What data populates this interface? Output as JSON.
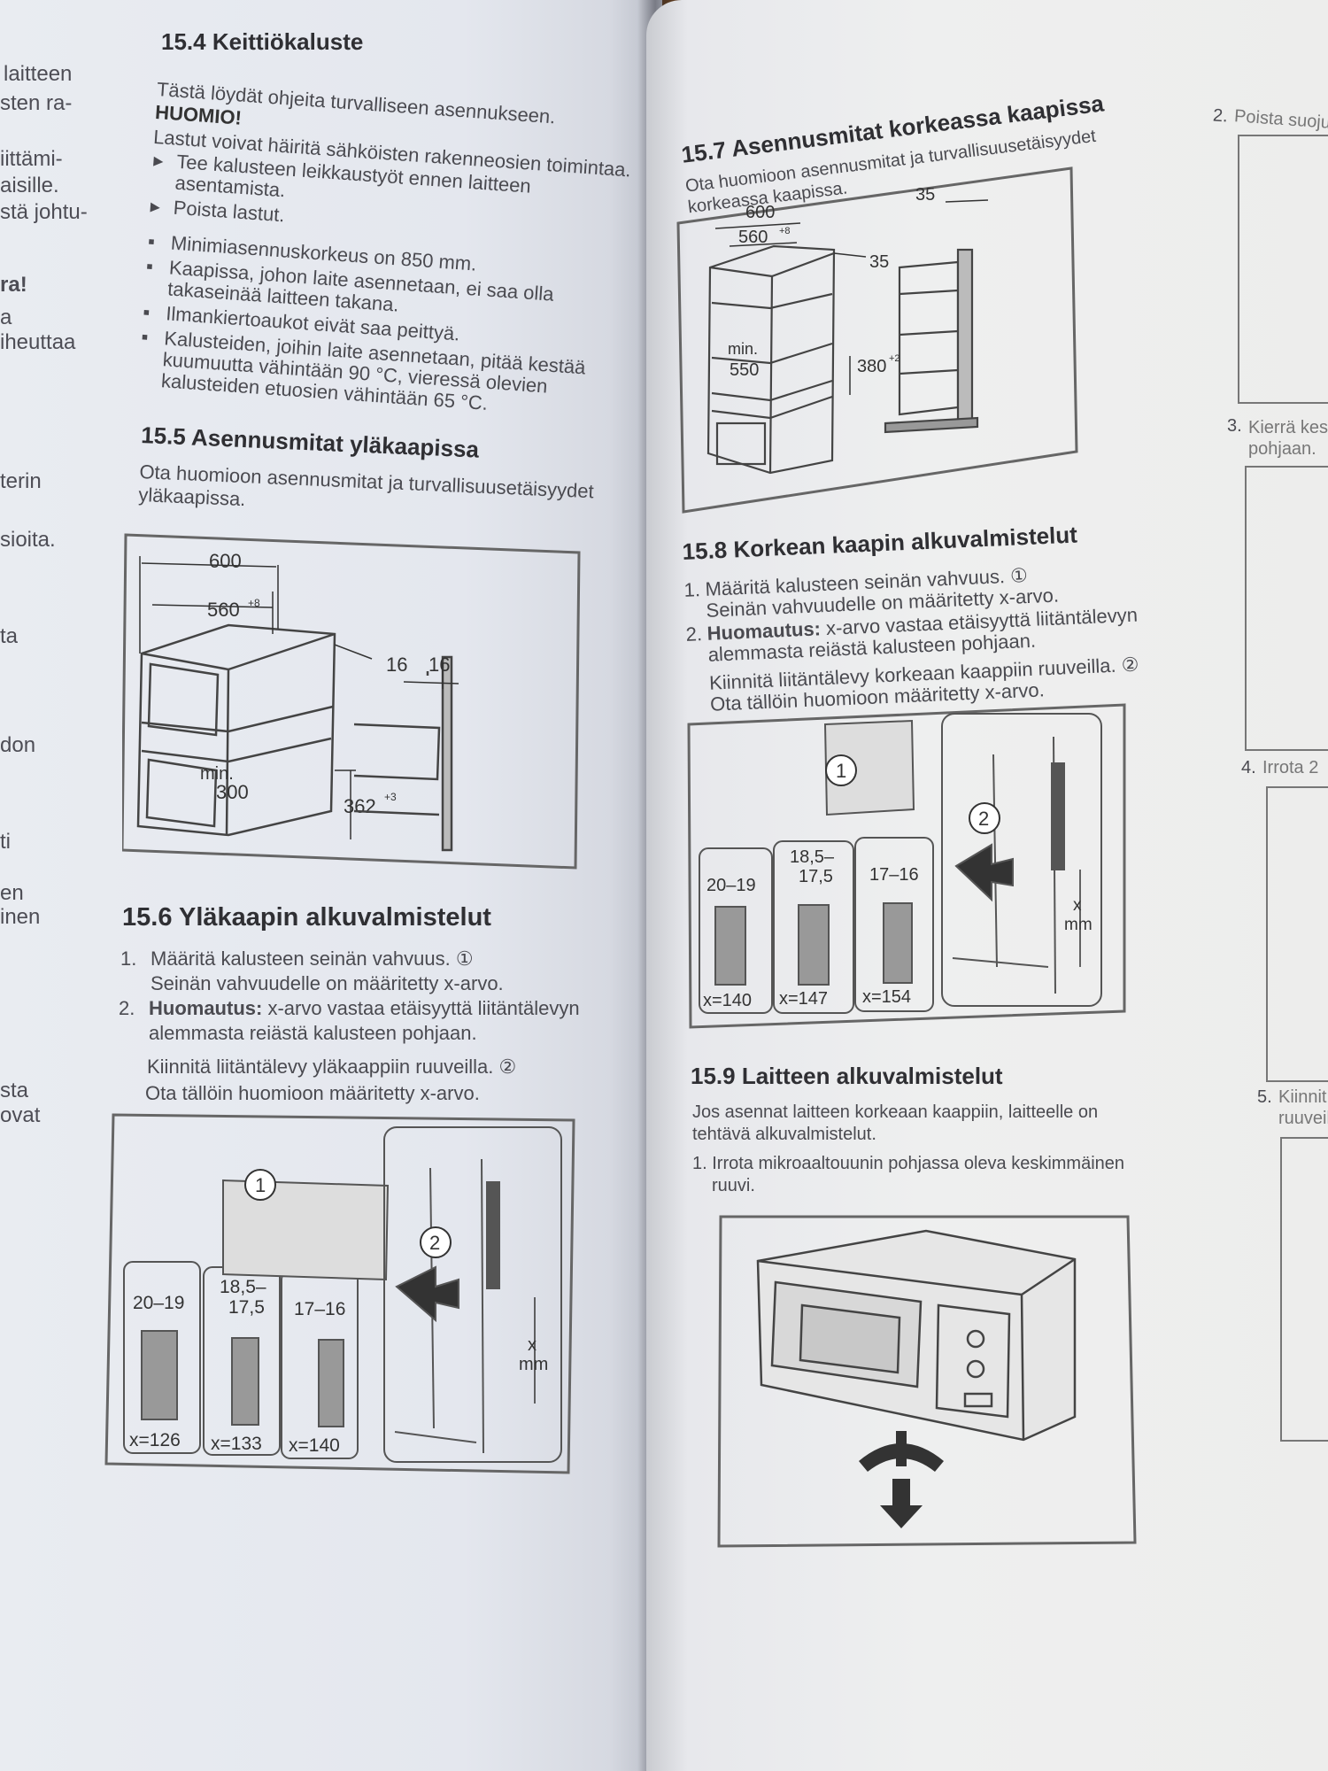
{
  "left_margin": [
    "laitteen",
    "sten ra-",
    "iittämi-",
    "aisille.",
    "stä johtu-",
    "ra!",
    "a",
    "iheuttaa",
    "terin",
    "sioita.",
    "ta",
    "don",
    "ti",
    "en",
    "inen",
    "sta",
    "ovat"
  ],
  "s154": {
    "title": "15.4 Keittiökaluste",
    "intro": "Tästä löydät ohjeita turvalliseen asennukseen.",
    "notice": "HUOMIO!",
    "warn": "Lastut voivat häiritä sähköisten rakenneosien toimintaa.",
    "steps": [
      "Tee kalusteen leikkaustyöt ennen laitteen",
      "asentamista.",
      "Poista lastut."
    ],
    "bullets": [
      "Minimiasennuskorkeus on 850 mm.",
      "Kaapissa, johon laite asennetaan, ei saa olla",
      "takaseinää laitteen takana.",
      "Ilmankiertoaukot eivät saa peittyä.",
      "Kalusteiden, joihin laite asennetaan, pitää kestää",
      "kuumuutta vähintään 90 °C, vieressä olevien",
      "kalusteiden etuosien vähintään 65 °C."
    ]
  },
  "s155": {
    "title": "15.5 Asennusmitat yläkaapissa",
    "text1": "Ota huomioon asennusmitat ja turvallisuusetäisyydet",
    "text2": "yläkaapissa.",
    "dims": {
      "w600": "600",
      "w560": "560",
      "w560_tol": "+8",
      "d16": "16",
      "d16b": "16",
      "min": "min.",
      "min300": "300",
      "h362": "362",
      "h362_tol": "+3"
    }
  },
  "s156": {
    "title": "15.6 Yläkaapin alkuvalmistelut",
    "steps": [
      {
        "n": "1.",
        "text": "Määritä kalusteen seinän vahvuus. ①"
      },
      {
        "n": "",
        "text": "Seinän vahvuudelle on määritetty x-arvo."
      },
      {
        "n": "2.",
        "bold": "Huomautus:",
        "text": " x-arvo vastaa etäisyyttä liitäntälevyn"
      },
      {
        "n": "",
        "text": "alemmasta reiästä kalusteen pohjaan."
      },
      {
        "n": "",
        "text": "Kiinnitä liitäntälevy yläkaappiin ruuveilla. ②"
      },
      {
        "n": "",
        "text": "Ota tällöin huomioon määritetty x-arvo."
      }
    ],
    "fig": {
      "c1": "1",
      "c2": "2",
      "w1": "20–19",
      "w2a": "18,5–",
      "w2b": "17,5",
      "w3": "17–16",
      "x1": "x=126",
      "x2": "x=133",
      "x3": "x=140",
      "xlab": "x",
      "mm": "mm"
    }
  },
  "s157": {
    "title": "15.7 Asennusmitat korkeassa kaapissa",
    "text1": "Ota huomioon asennusmitat ja turvallisuusetäisyydet",
    "text2": "korkeassa kaapissa.",
    "dims": {
      "w600": "600",
      "w560": "560",
      "w560_tol": "+8",
      "d35": "35",
      "d35b": "35",
      "min": "min.",
      "min550": "550",
      "h380": "380",
      "h380_tol": "+2"
    }
  },
  "s158": {
    "title": "15.8 Korkean kaapin alkuvalmistelut",
    "steps": [
      {
        "n": "1.",
        "text": "Määritä kalusteen seinän vahvuus. ①"
      },
      {
        "n": "",
        "text": "Seinän vahvuudelle on määritetty x-arvo."
      },
      {
        "n": "2.",
        "bold": "Huomautus:",
        "text": " x-arvo vastaa etäisyyttä liitäntälevyn"
      },
      {
        "n": "",
        "text": "alemmasta reiästä kalusteen pohjaan."
      },
      {
        "n": "",
        "text": "Kiinnitä liitäntälevy korkeaan kaappiin ruuveilla. ②"
      },
      {
        "n": "",
        "text": "Ota tällöin huomioon määritetty x-arvo."
      }
    ],
    "fig": {
      "c1": "1",
      "c2": "2",
      "w1": "20–19",
      "w2a": "18,5–",
      "w2b": "17,5",
      "w3": "17–16",
      "x1": "x=140",
      "x2": "x=147",
      "x3": "x=154",
      "xlab": "x",
      "mm": "mm"
    }
  },
  "s159": {
    "title": "15.9 Laitteen alkuvalmistelut",
    "text1": "Jos asennat laitteen korkeaan kaappiin, laitteelle on",
    "text2": "tehtävä alkuvalmistelut.",
    "step1a": "1. Irrota mikroaaltouunin pohjassa oleva keskimmäinen",
    "step1b": "ruuvi."
  },
  "right_edge": {
    "s2": "2.",
    "s2text": "Poista suoju",
    "s3": "3.",
    "s3a": "Kierrä kes",
    "s3b": "pohjaan.",
    "s4": "4.",
    "s4text": "Irrota 2",
    "s5": "5.",
    "s5a": "Kiinnit",
    "s5b": "ruuveil"
  }
}
